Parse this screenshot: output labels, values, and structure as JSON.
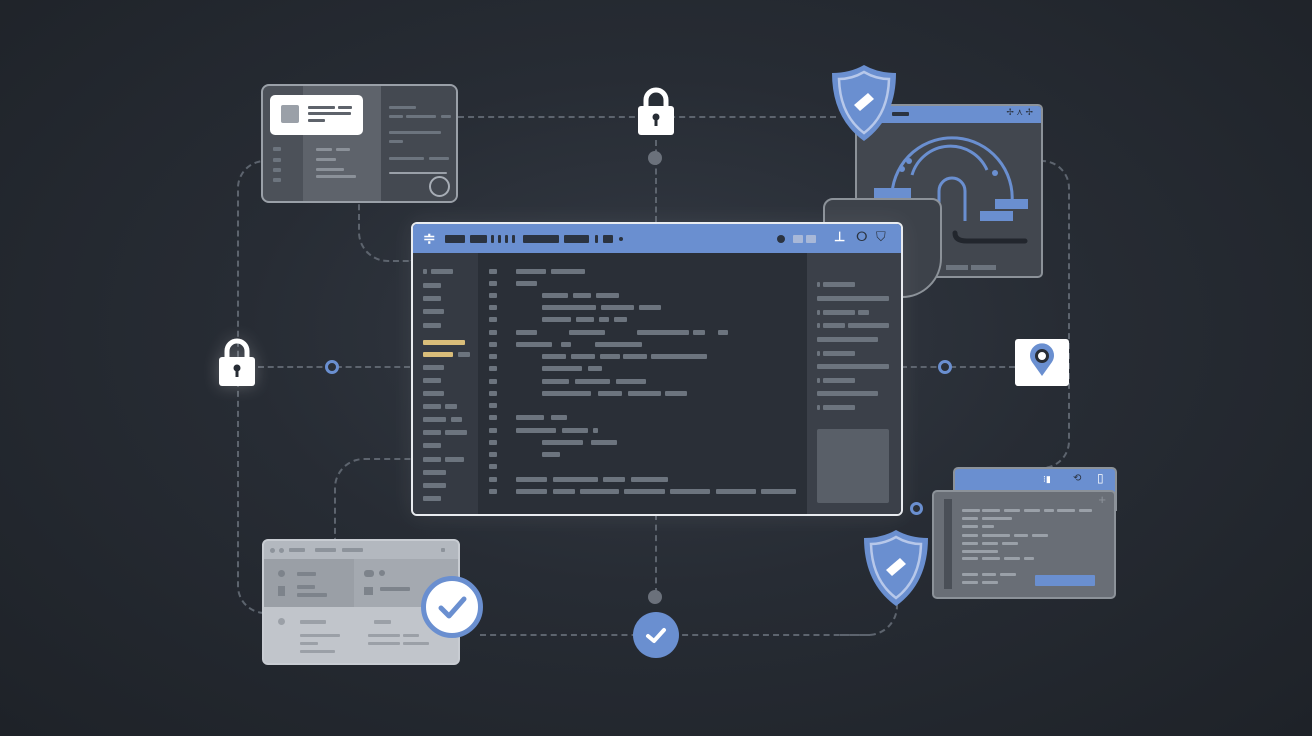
{
  "scene": {
    "description": "Abstract illustration of secure software interfaces connected by dashed network lines",
    "colors": {
      "background": "#272c34",
      "accent_blue": "#6a8fd0",
      "highlight_yellow": "#d9bd7a",
      "placeholder_bar": "#6c747e",
      "window_border": "#e9ecf0",
      "icon_white": "#ffffff"
    }
  },
  "main_window": {
    "title_icons": [
      "menu-icon",
      "record-dot-icon",
      "clipboard-icon",
      "timer-icon",
      "shield-icon"
    ],
    "highlighted_sidebar_rows": 2,
    "code_line_count": 18
  },
  "nodes": {
    "top_lock": "lock-icon",
    "left_lock": "lock-icon",
    "right_pin": "location-pin-icon",
    "bottom_check": "checkmark-icon",
    "shields": [
      "shield-icon",
      "shield-icon"
    ]
  },
  "panels": [
    {
      "id": "top-left-card",
      "type": "profile-card"
    },
    {
      "id": "top-right-window",
      "type": "network-diagram"
    },
    {
      "id": "bottom-left-window",
      "type": "verified-form",
      "badge": "checkmark-icon"
    },
    {
      "id": "bottom-right-window",
      "type": "form-with-button"
    }
  ]
}
